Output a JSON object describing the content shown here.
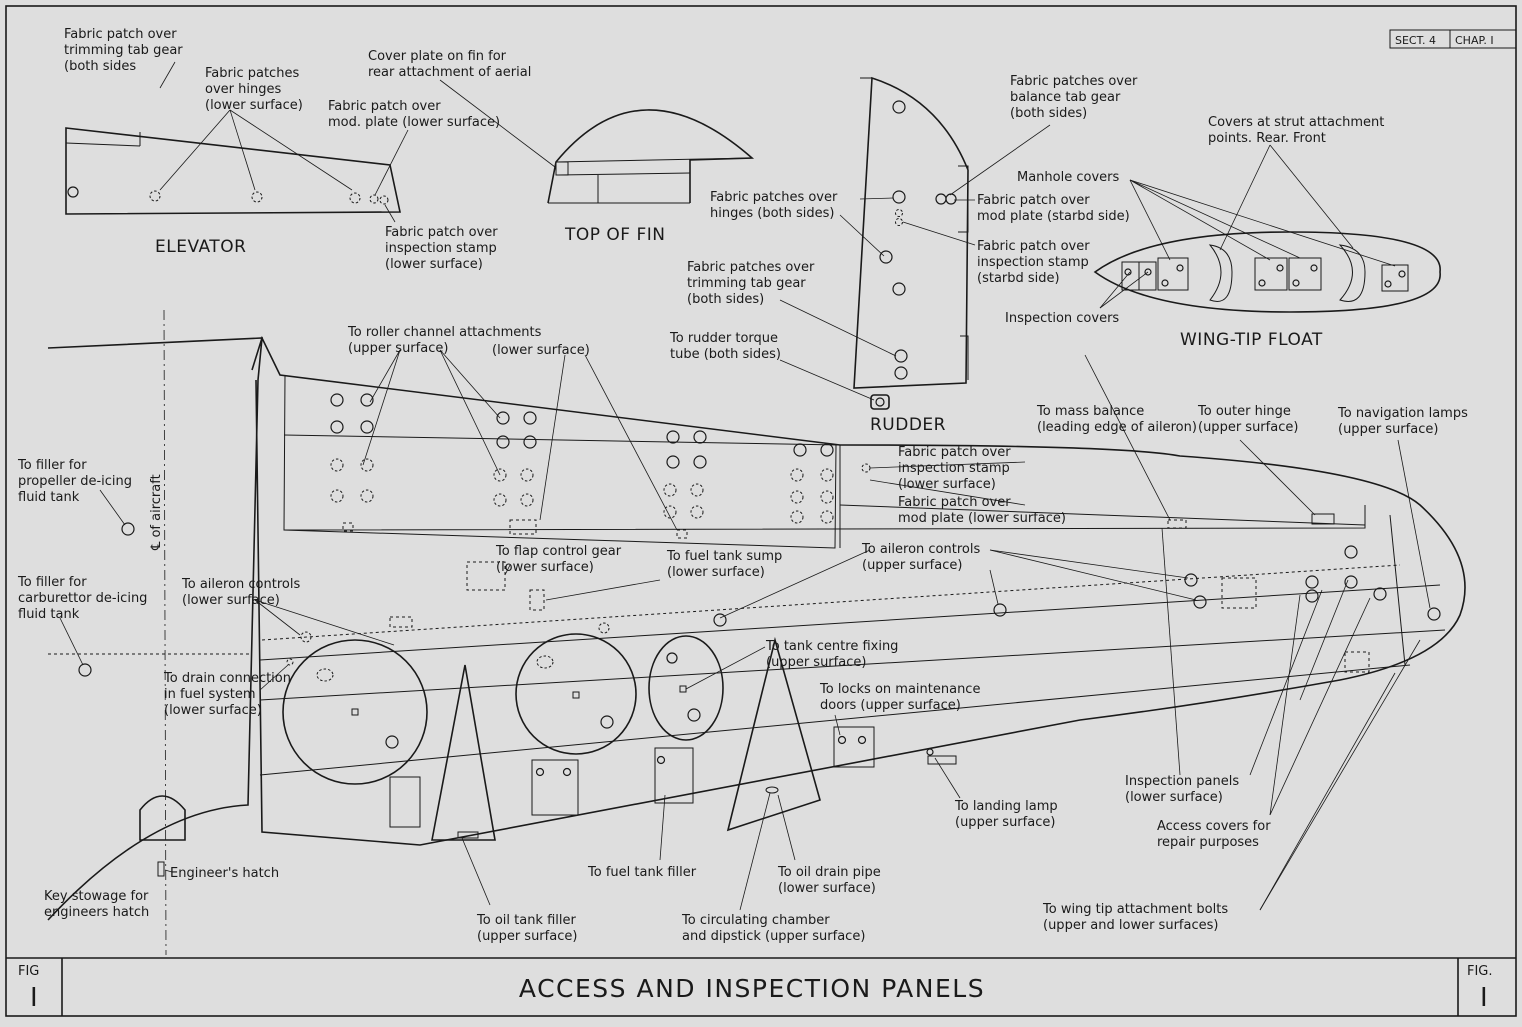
{
  "header": {
    "section": "SECT. 4",
    "chapter": "CHAP. I"
  },
  "footer": {
    "fig_left": "FIG",
    "fig_left_num": "I",
    "title": "ACCESS AND INSPECTION PANELS",
    "fig_right": "FIG.",
    "fig_right_num": "I"
  },
  "views": {
    "elevator": "ELEVATOR",
    "top_of_fin": "TOP OF FIN",
    "rudder": "RUDDER",
    "wing_tip_float": "WING-TIP FLOAT"
  },
  "centreline": "℄ of aircraft",
  "labels": {
    "trim_tab_gear": [
      "Fabric patch over",
      "trimming tab gear",
      "(both sides"
    ],
    "hinge_patches": [
      "Fabric patches",
      "over hinges",
      "(lower surface)"
    ],
    "mod_plate_elev": [
      "Fabric patch over",
      "mod. plate (lower surface)"
    ],
    "insp_stamp_elev": [
      "Fabric patch over",
      "inspection stamp",
      "(lower surface)"
    ],
    "fin_cover": [
      "Cover plate on fin for",
      "rear attachment of aerial"
    ],
    "balance_tab": [
      "Fabric patches over",
      "balance tab gear",
      "(both sides)"
    ],
    "rudder_hinges": [
      "Fabric patches over",
      "hinges (both sides)"
    ],
    "rudder_mod": [
      "Fabric patch over",
      "mod plate (starbd side)"
    ],
    "rudder_stamp": [
      "Fabric patch over",
      "inspection stamp",
      "(starbd side)"
    ],
    "rudder_trim": [
      "Fabric patches over",
      "trimming tab gear",
      "(both sides)"
    ],
    "torque_tube": [
      "To rudder torque",
      "tube (both sides)"
    ],
    "strut_covers": [
      "Covers at strut attachment",
      "points. Rear. Front"
    ],
    "manhole": [
      "Manhole covers"
    ],
    "float_insp": [
      "Inspection covers"
    ],
    "roller_upper": [
      "To roller channel attachments",
      "(upper surface)"
    ],
    "roller_lower": [
      "(lower surface)"
    ],
    "prop_tank": [
      "To filler for",
      "propeller de-icing",
      "fluid tank"
    ],
    "carb_tank": [
      "To filler for",
      "carburettor de-icing",
      "fluid tank"
    ],
    "aileron_lower": [
      "To aileron controls",
      "(lower surface)"
    ],
    "flap_gear": [
      "To flap control gear",
      "(lower surface)"
    ],
    "fuel_sump": [
      "To fuel tank sump",
      "(lower surface)"
    ],
    "aileron_upper": [
      "To aileron controls",
      "(upper surface)"
    ],
    "drain_conn": [
      "To drain connection",
      "in fuel system",
      "(lower surface)"
    ],
    "tank_centre": [
      "To tank centre fixing",
      "(upper surface)"
    ],
    "locks": [
      "To locks on maintenance",
      "doors (upper surface)"
    ],
    "wing_stamp": [
      "Fabric patch over",
      "inspection stamp",
      "(lower surface)"
    ],
    "wing_mod": [
      "Fabric patch over",
      "mod plate (lower surface)"
    ],
    "mass_balance": [
      "To mass balance",
      "(leading edge of aileron)"
    ],
    "outer_hinge": [
      "To outer hinge",
      "(upper surface)"
    ],
    "nav_lamps": [
      "To navigation lamps",
      "(upper surface)"
    ],
    "insp_panels": [
      "Inspection panels",
      "(lower surface)"
    ],
    "repair_covers": [
      "Access covers for",
      "repair purposes"
    ],
    "landing_lamp": [
      "To landing lamp",
      "(upper surface)"
    ],
    "tip_bolts": [
      "To wing tip attachment bolts",
      "(upper and lower surfaces)"
    ],
    "oil_drain": [
      "To oil drain pipe",
      "(lower surface)"
    ],
    "fuel_filler": [
      "To fuel tank filler"
    ],
    "oil_filler": [
      "To oil tank filler",
      "(upper surface)"
    ],
    "circ_chamber": [
      "To circulating chamber",
      "and dipstick (upper surface)"
    ],
    "eng_hatch": [
      "Engineer's hatch"
    ],
    "key_stowage": [
      "Key stowage for",
      "engineers hatch"
    ]
  }
}
